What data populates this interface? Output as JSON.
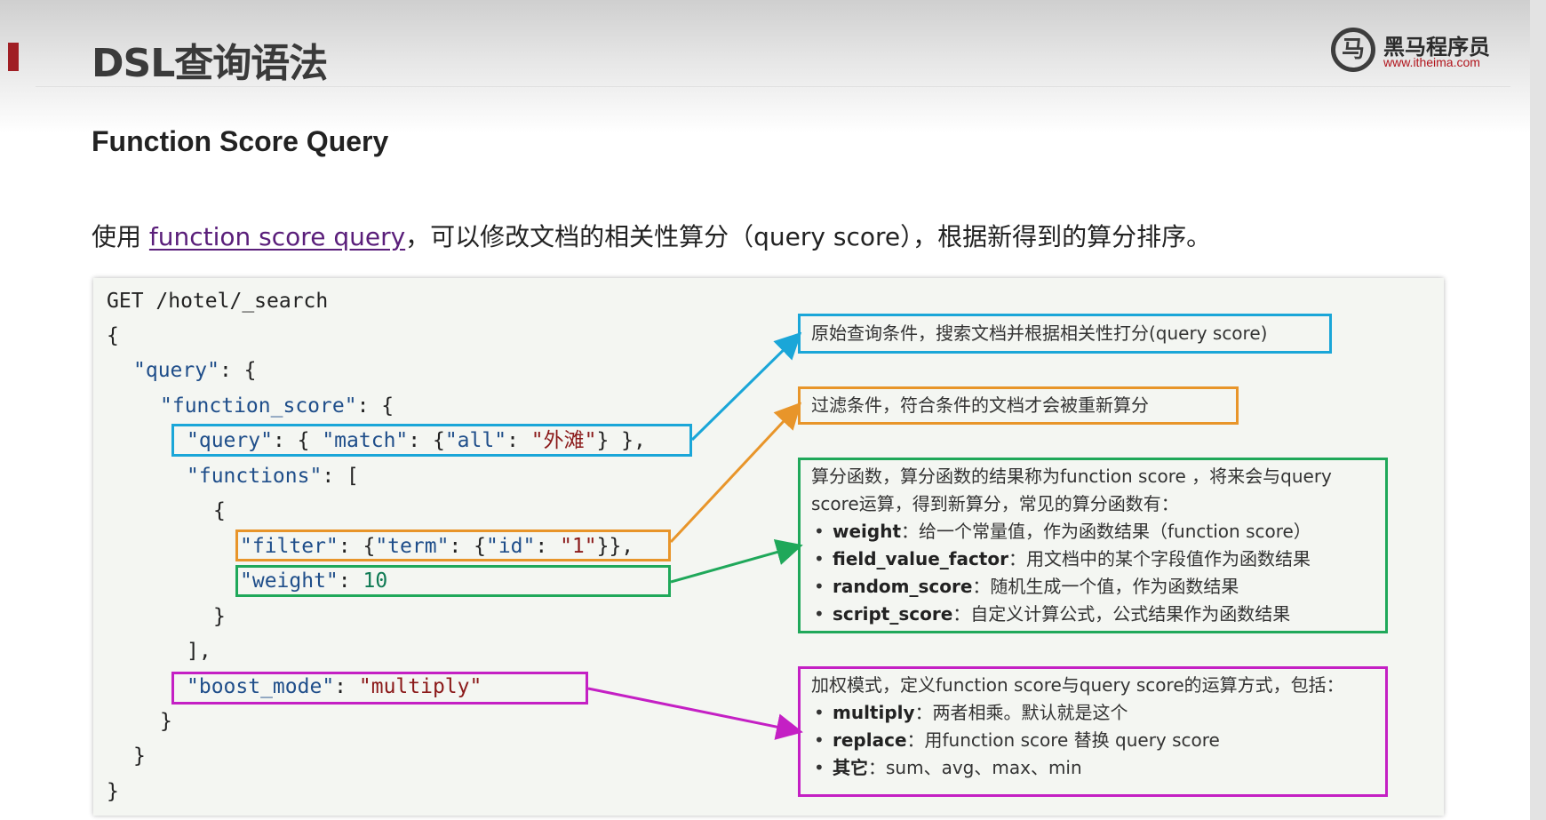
{
  "header": {
    "title": "DSL查询语法",
    "logo": {
      "glyph": "马",
      "name": "黑马程序员",
      "url": "www.itheima.com"
    }
  },
  "section_title": "Function Score Query",
  "intro": {
    "prefix": "使用 ",
    "link": "function score query",
    "suffix": "，可以修改文档的相关性算分（query score），根据新得到的算分排序。"
  },
  "code": {
    "line1": "GET /hotel/_search",
    "line2": "{",
    "query_key": "\"query\"",
    "fs_key": "\"function_score\"",
    "q_key": "\"query\"",
    "match_key": "\"match\"",
    "all_key": "\"all\"",
    "all_val": "\"外滩\"",
    "functions_key": "\"functions\"",
    "filter_key": "\"filter\"",
    "term_key": "\"term\"",
    "id_key": "\"id\"",
    "id_val": "\"1\"",
    "weight_key": "\"weight\"",
    "weight_val": "10",
    "boost_key": "\"boost_mode\"",
    "boost_val": "\"multiply\""
  },
  "notes": {
    "query": "原始查询条件，搜索文档并根据相关性打分(query score)",
    "filter": "过滤条件，符合条件的文档才会被重新算分",
    "functions": {
      "line1": "算分函数，算分函数的结果称为function score ，将来会与query",
      "line2": "score运算，得到新算分，常见的算分函数有：",
      "items": [
        {
          "term": "weight",
          "desc": "：给一个常量值，作为函数结果（function score）"
        },
        {
          "term": "field_value_factor",
          "desc": "：用文档中的某个字段值作为函数结果"
        },
        {
          "term": "random_score",
          "desc": "：随机生成一个值，作为函数结果"
        },
        {
          "term": "script_score",
          "desc": "：自定义计算公式，公式结果作为函数结果"
        }
      ]
    },
    "boost": {
      "line1": "加权模式，定义function score与query score的运算方式，包括：",
      "items": [
        {
          "term": "multiply",
          "desc": "：两者相乘。默认就是这个"
        },
        {
          "term": "replace",
          "desc": "：用function score 替换 query score"
        },
        {
          "term": "其它",
          "desc": "：sum、avg、max、min"
        }
      ]
    }
  },
  "colors": {
    "accent": "#a01e24",
    "query": "#1aa6d8",
    "filter": "#e8952a",
    "functions": "#1fa85a",
    "boost": "#c420c4",
    "key": "#1f4e8a",
    "string": "#8b1a1a",
    "number": "#0f7a54"
  }
}
